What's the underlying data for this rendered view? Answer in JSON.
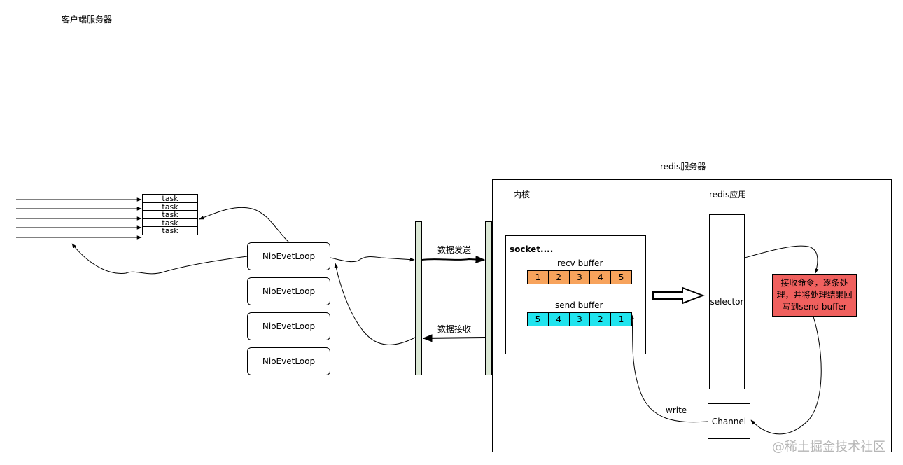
{
  "client_server": {
    "title": "客户端服务器"
  },
  "tasks": [
    "task",
    "task",
    "task",
    "task",
    "task"
  ],
  "event_loops": [
    "NioEvetLoop",
    "NioEvetLoop",
    "NioEvetLoop",
    "NioEvetLoop"
  ],
  "network": {
    "send_label": "数据发送",
    "receive_label": "数据接收"
  },
  "redis_server": {
    "title": "redis服务器",
    "kernel_label": "内核",
    "app_label": "redis应用",
    "socket_label": "socket....",
    "recv_buffer": {
      "label": "recv buffer",
      "cells": [
        "1",
        "2",
        "3",
        "4",
        "5"
      ],
      "color": "#f7a35c"
    },
    "send_buffer": {
      "label": "send buffer",
      "cells": [
        "5",
        "4",
        "3",
        "2",
        "1"
      ],
      "color": "#21e4ee"
    },
    "selector_label": "selector",
    "note": {
      "text": "接收命令，逐条处理，并将处理结果回写到send buffer",
      "color": "#f0605e"
    },
    "channel_label": "Channel",
    "write_label": "write"
  },
  "watermark": "@稀土掘金技术社区"
}
